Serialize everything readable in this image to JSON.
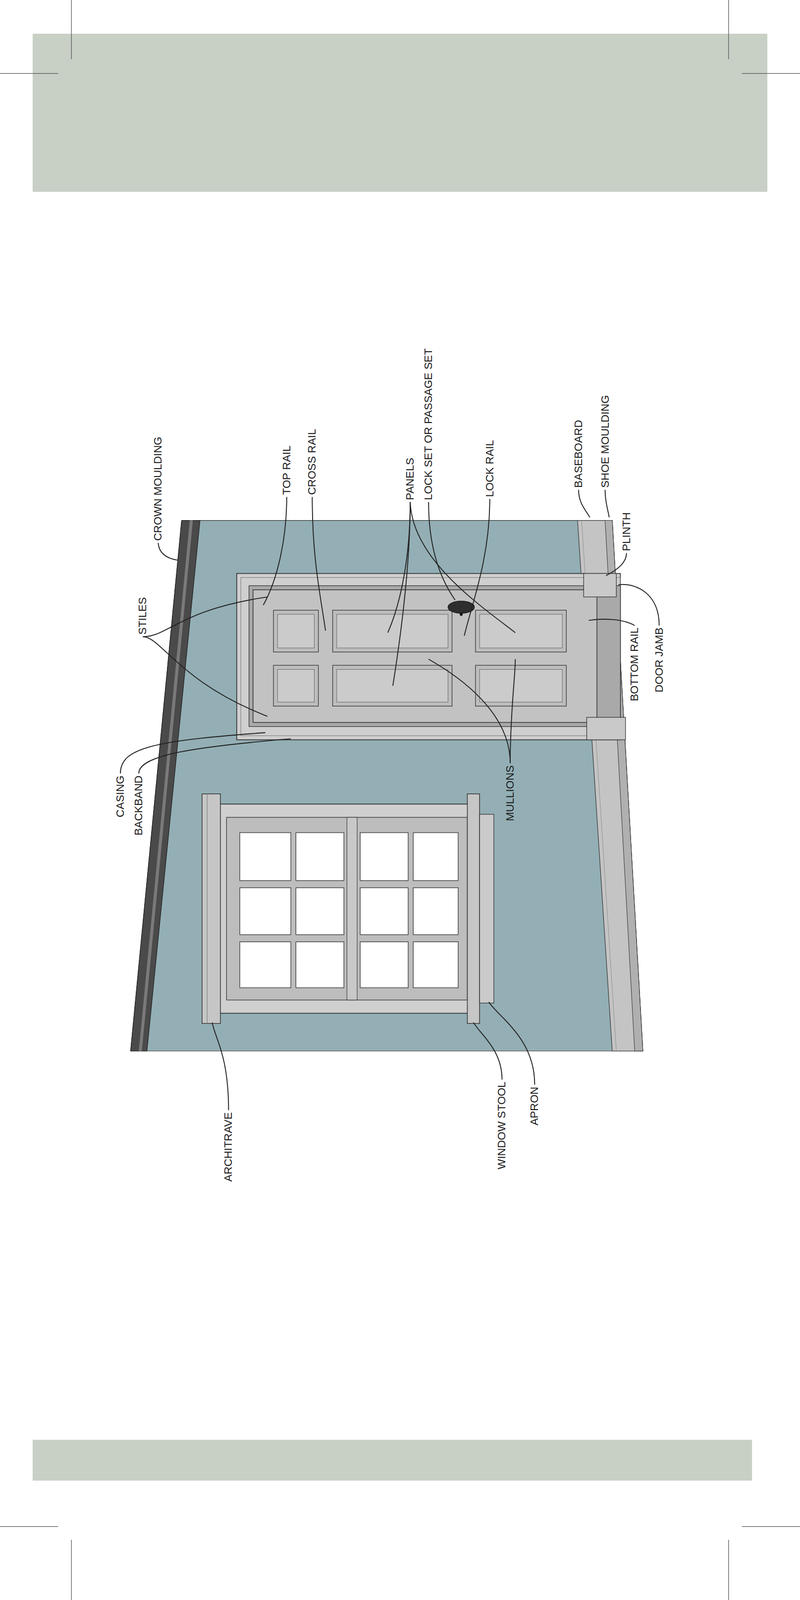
{
  "diagram": {
    "labels": [
      "CROWN MOULDING",
      "TOP RAIL",
      "CROSS RAIL",
      "PANELS",
      "LOCK SET OR PASSAGE SET",
      "LOCK RAIL",
      "BASEBOARD",
      "SHOE MOULDING",
      "STILES",
      "PLINTH",
      "BOTTOM RAIL",
      "DOOR JAMB",
      "CASING",
      "BACKBAND",
      "MULLIONS",
      "ARCHITRAVE",
      "WINDOW STOOL",
      "APRON"
    ]
  }
}
